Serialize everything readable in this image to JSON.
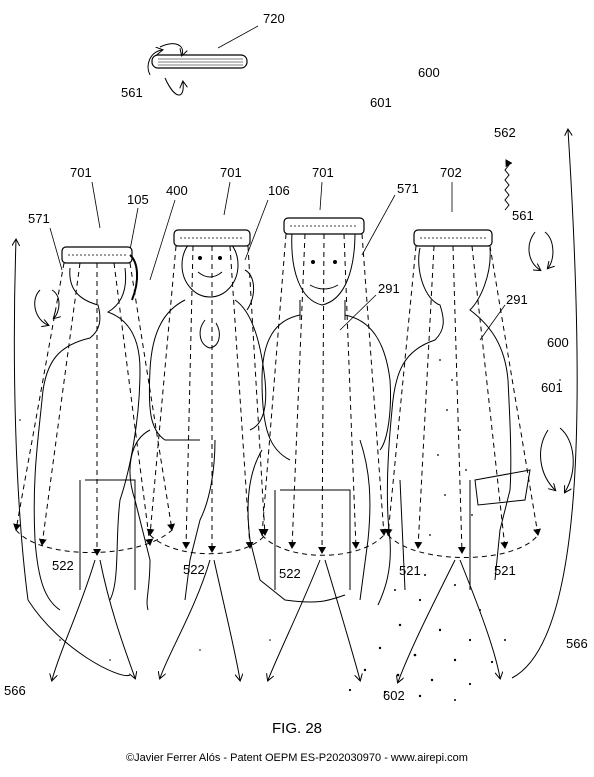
{
  "figure": {
    "caption": "FIG. 28",
    "copyright": "©Javier Ferrer Alós - Patent OEPM ES-P202030970 - www.airepi.com",
    "labels": {
      "l720": "720",
      "l561a": "561",
      "l600a": "600",
      "l601a": "601",
      "l562": "562",
      "l561b": "561",
      "l701a": "701",
      "l701b": "701",
      "l701c": "701",
      "l702": "702",
      "l105": "105",
      "l400": "400",
      "l106": "106",
      "l571a": "571",
      "l571b": "571",
      "l291a": "291",
      "l291b": "291",
      "l600b": "600",
      "l601b": "601",
      "l522a": "522",
      "l522b": "522",
      "l522c": "522",
      "l521a": "521",
      "l521b": "521",
      "l566a": "566",
      "l566b": "566",
      "l602": "602"
    }
  },
  "colors": {
    "ink": "#000000",
    "paper": "#ffffff"
  }
}
